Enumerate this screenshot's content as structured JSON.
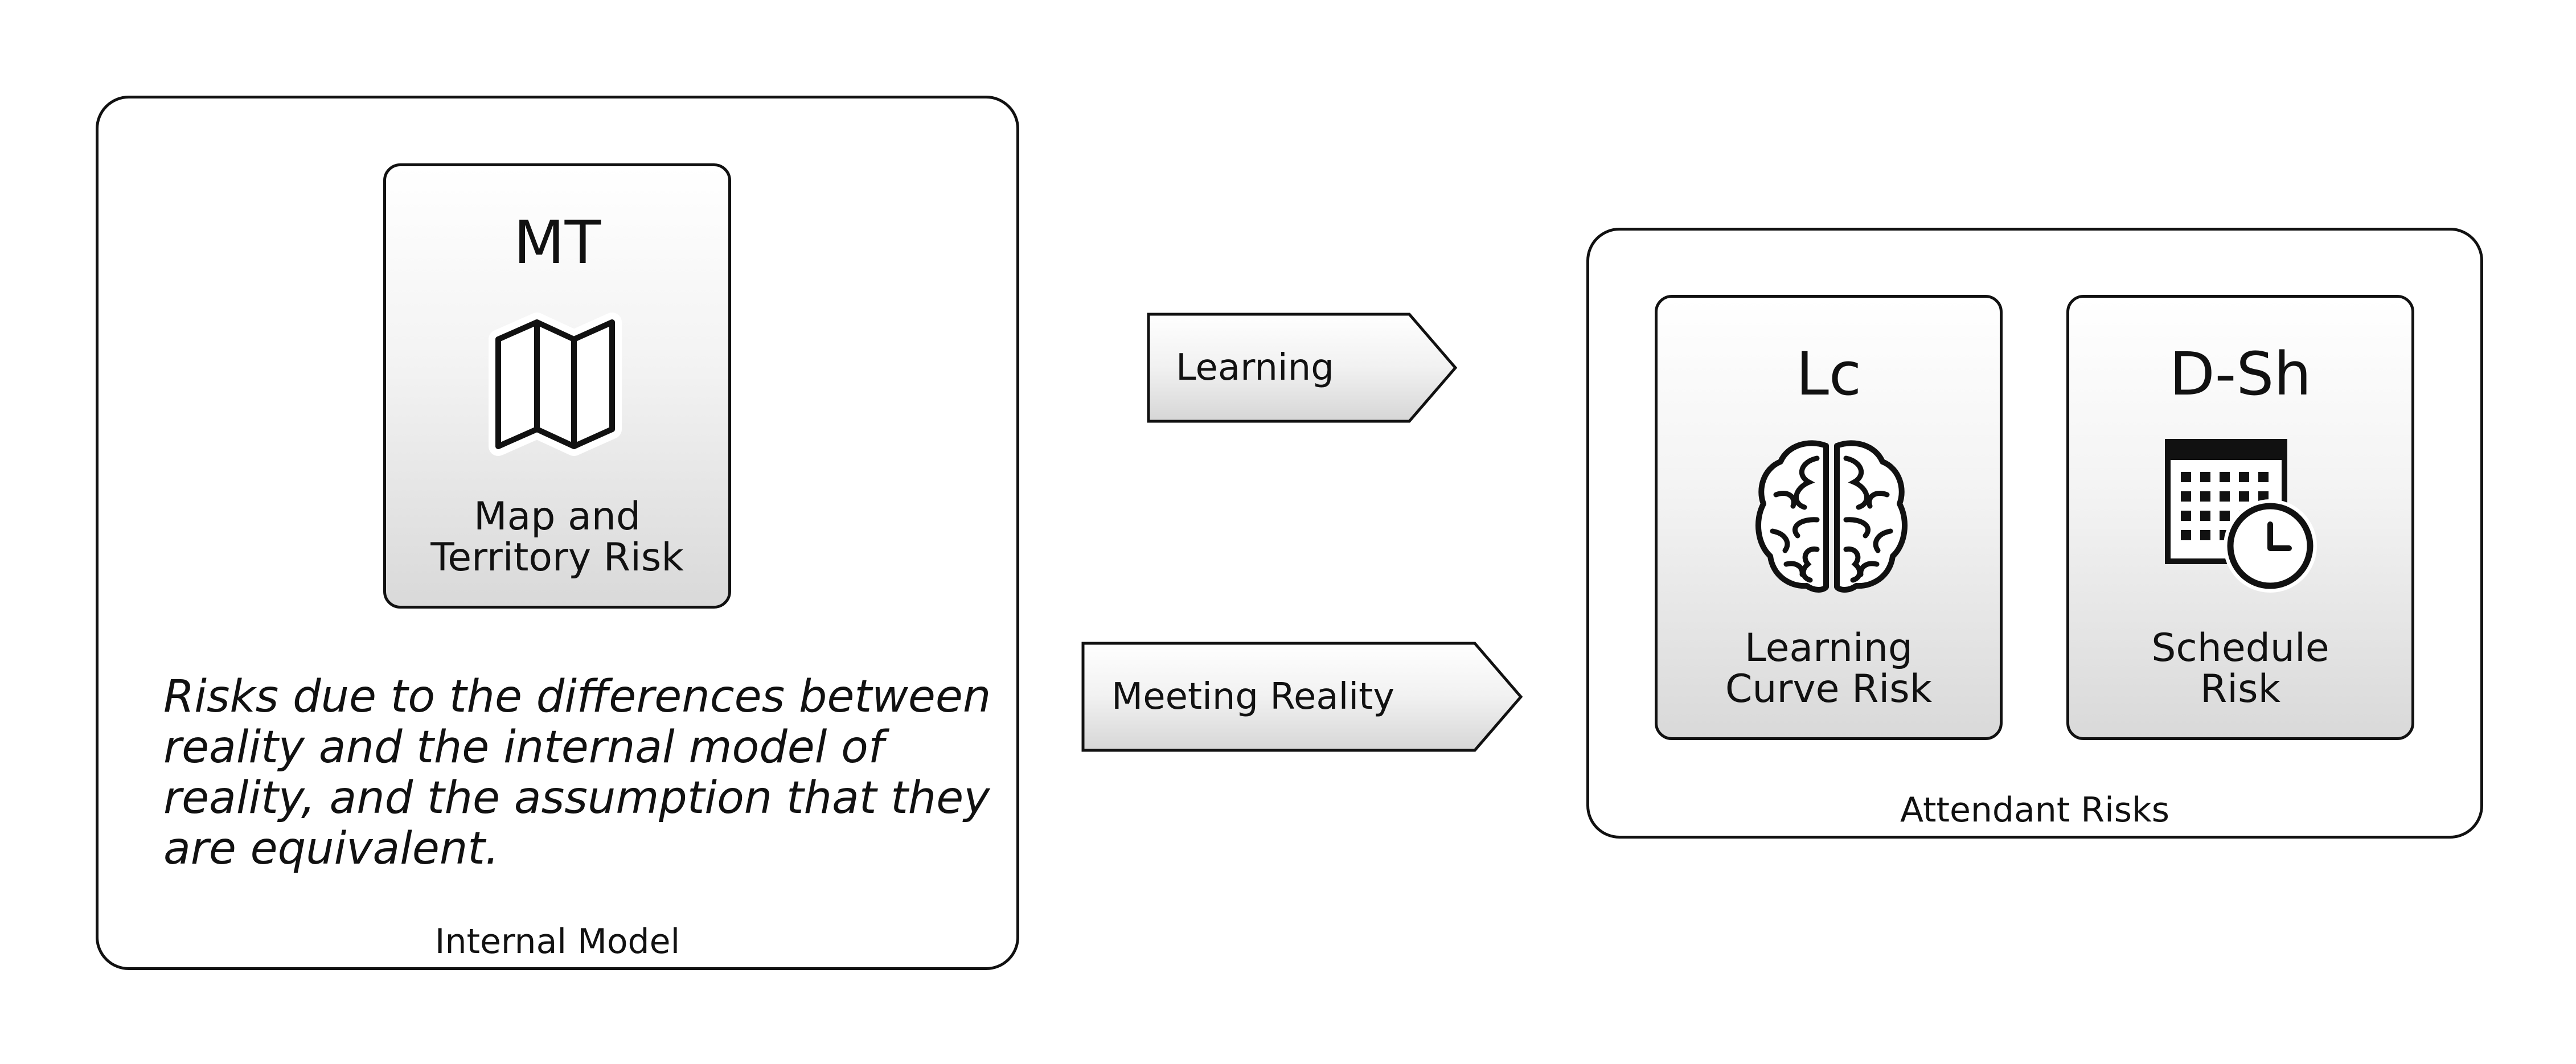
{
  "internal_model": {
    "caption": "Internal Model",
    "card": {
      "code": "MT",
      "icon": "map-icon",
      "label_lines": [
        "Map and",
        "Territory Risk"
      ]
    },
    "description_lines": [
      "Risks due to the differences between",
      "reality and the internal model of",
      "reality, and the assumption that they",
      "are equivalent."
    ]
  },
  "arrows": [
    {
      "label": "Learning"
    },
    {
      "label": "Meeting Reality"
    }
  ],
  "attendant_risks": {
    "caption": "Attendant Risks",
    "cards": [
      {
        "code": "Lc",
        "icon": "brain-icon",
        "label_lines": [
          "Learning",
          "Curve Risk"
        ]
      },
      {
        "code": "D-Sh",
        "icon": "calendar-clock-icon",
        "label_lines": [
          "Schedule",
          "Risk"
        ]
      }
    ]
  }
}
